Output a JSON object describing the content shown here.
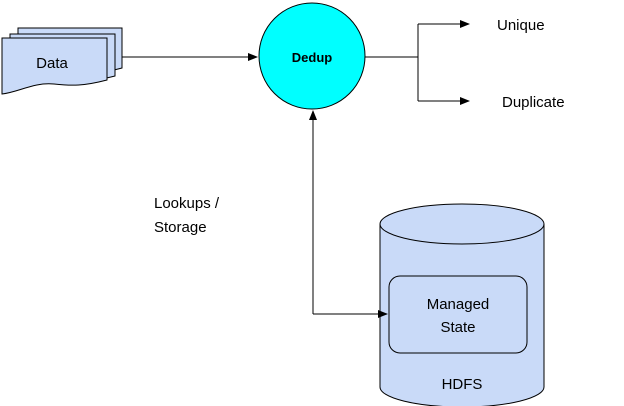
{
  "diagram": {
    "data_label": "Data",
    "dedup_label": "Dedup",
    "unique_label": "Unique",
    "duplicate_label": "Duplicate",
    "lookup_label_line1": "Lookups /",
    "lookup_label_line2": "Storage",
    "managed_state_line1": "Managed",
    "managed_state_line2": "State",
    "hdfs_label": "HDFS"
  },
  "colors": {
    "document_fill": "#c9daf8",
    "dedup_fill": "#00ffff",
    "storage_fill": "#c9daf8",
    "stroke": "#000000"
  }
}
